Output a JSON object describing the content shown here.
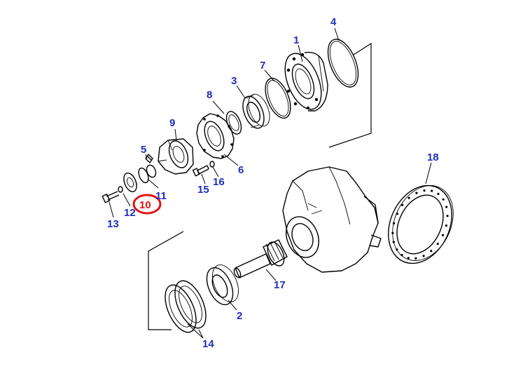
{
  "colors": {
    "callout": "#1f2dbf",
    "highlight": "#e01515",
    "line": "#000000"
  },
  "callouts": {
    "c1": "1",
    "c2": "2",
    "c3": "3",
    "c4": "4",
    "c5": "5",
    "c6": "6",
    "c7": "7",
    "c8": "8",
    "c9": "9",
    "c10": "10",
    "c11": "11",
    "c12": "12",
    "c13": "13",
    "c14": "14",
    "c15": "15",
    "c16": "16",
    "c17": "17",
    "c18": "18"
  },
  "highlighted_part": "10"
}
